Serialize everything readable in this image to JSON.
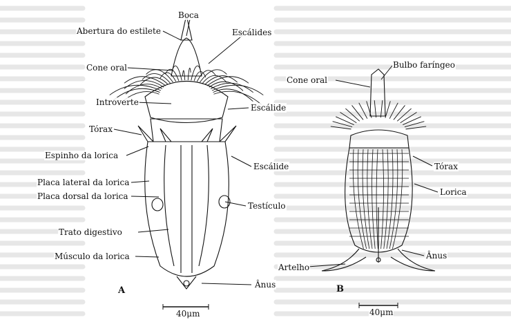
{
  "figure_a": {
    "panel_letter": "A",
    "scale_label": "40μm",
    "labels": {
      "boca": "Boca",
      "abertura_estilete": "Abertura do estilete",
      "escalides_top": "Escálides",
      "cone_oral": "Cone oral",
      "introverte": "Introverte",
      "escalide_mid": "Escálide",
      "torax": "Tórax",
      "espinho_lorica": "Espinho da lorica",
      "escalide_low": "Escálide",
      "placa_lateral": "Placa lateral da lorica",
      "placa_dorsal": "Placa dorsal da lorica",
      "testiculo": "Testículo",
      "trato_digestivo": "Trato digestivo",
      "musculo_lorica": "Músculo da lorica",
      "anus": "Ânus"
    }
  },
  "figure_b": {
    "panel_letter": "B",
    "scale_label": "40μm",
    "labels": {
      "cone_oral": "Cone oral",
      "bulbo_faringeo": "Bulbo faríngeo",
      "torax": "Tórax",
      "lorica": "Lorica",
      "anus": "Ânus",
      "artelho": "Artelho"
    }
  },
  "colors": {
    "ink": "#111111",
    "faded_text": "#c9c9c9"
  }
}
